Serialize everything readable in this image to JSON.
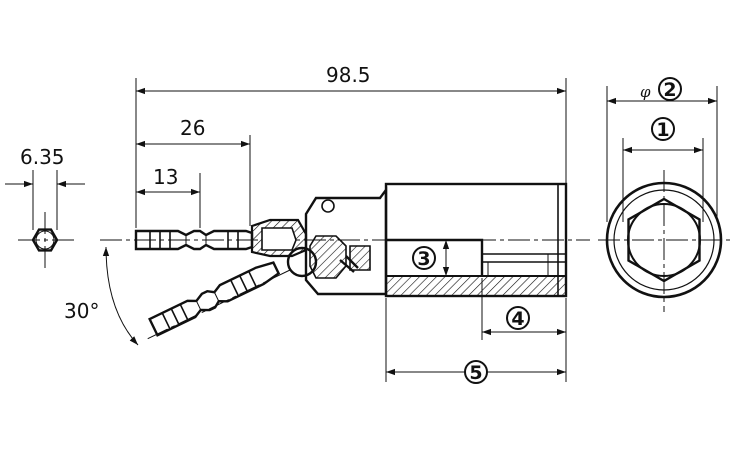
{
  "dimensions": {
    "overall_length": "98.5",
    "length_26": "26",
    "length_13": "13",
    "hex_shank": "6.35",
    "swivel_angle": "30°",
    "phi_symbol": "φ"
  },
  "callouts": {
    "c1": "1",
    "c2": "2",
    "c3": "3",
    "c4": "4",
    "c5": "5"
  },
  "colors": {
    "line": "#111111",
    "background": "#ffffff"
  }
}
